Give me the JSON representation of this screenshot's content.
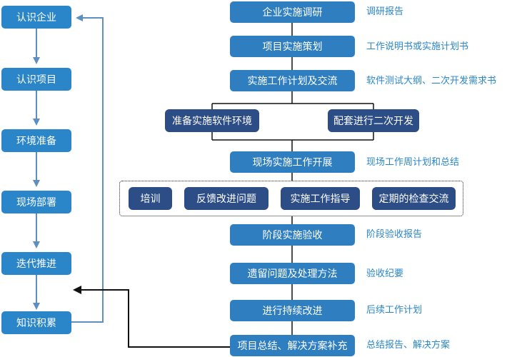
{
  "left_column": [
    "认识企业",
    "认识项目",
    "环境准备",
    "现场部署",
    "迭代推进",
    "知识积累"
  ],
  "main_flow": {
    "step1": "企业实施调研",
    "step2": "项目实施策划",
    "step3": "实施工作计划及交流",
    "branch_left": "准备实施软件环境",
    "branch_right": "配套进行二次开发",
    "step4": "现场实施工作开展",
    "group": [
      "培训",
      "反馈改进问题",
      "实施工作指导",
      "定期的检查交流"
    ],
    "step5": "阶段实施验收",
    "step6": "遗留问题及处理方法",
    "step7": "进行持续改进",
    "step8": "项目总结、解决方案补充"
  },
  "notes": {
    "n1": "调研报告",
    "n2": "工作说明书或实施计划书",
    "n3": "软件测试大纲、二次开发需求书",
    "n4": "现场工作周计划和总结",
    "n5": "阶段验收报告",
    "n6": "验收纪要",
    "n7": "后续工作计划",
    "n8": "总结报告、解决方案"
  },
  "colors": {
    "left_box": "#2a86c8",
    "main_box": "#2f7ec0",
    "dark_box": "#2c4d85",
    "note_text": "#2a86c8",
    "left_arrow": "#5f8fc0"
  }
}
